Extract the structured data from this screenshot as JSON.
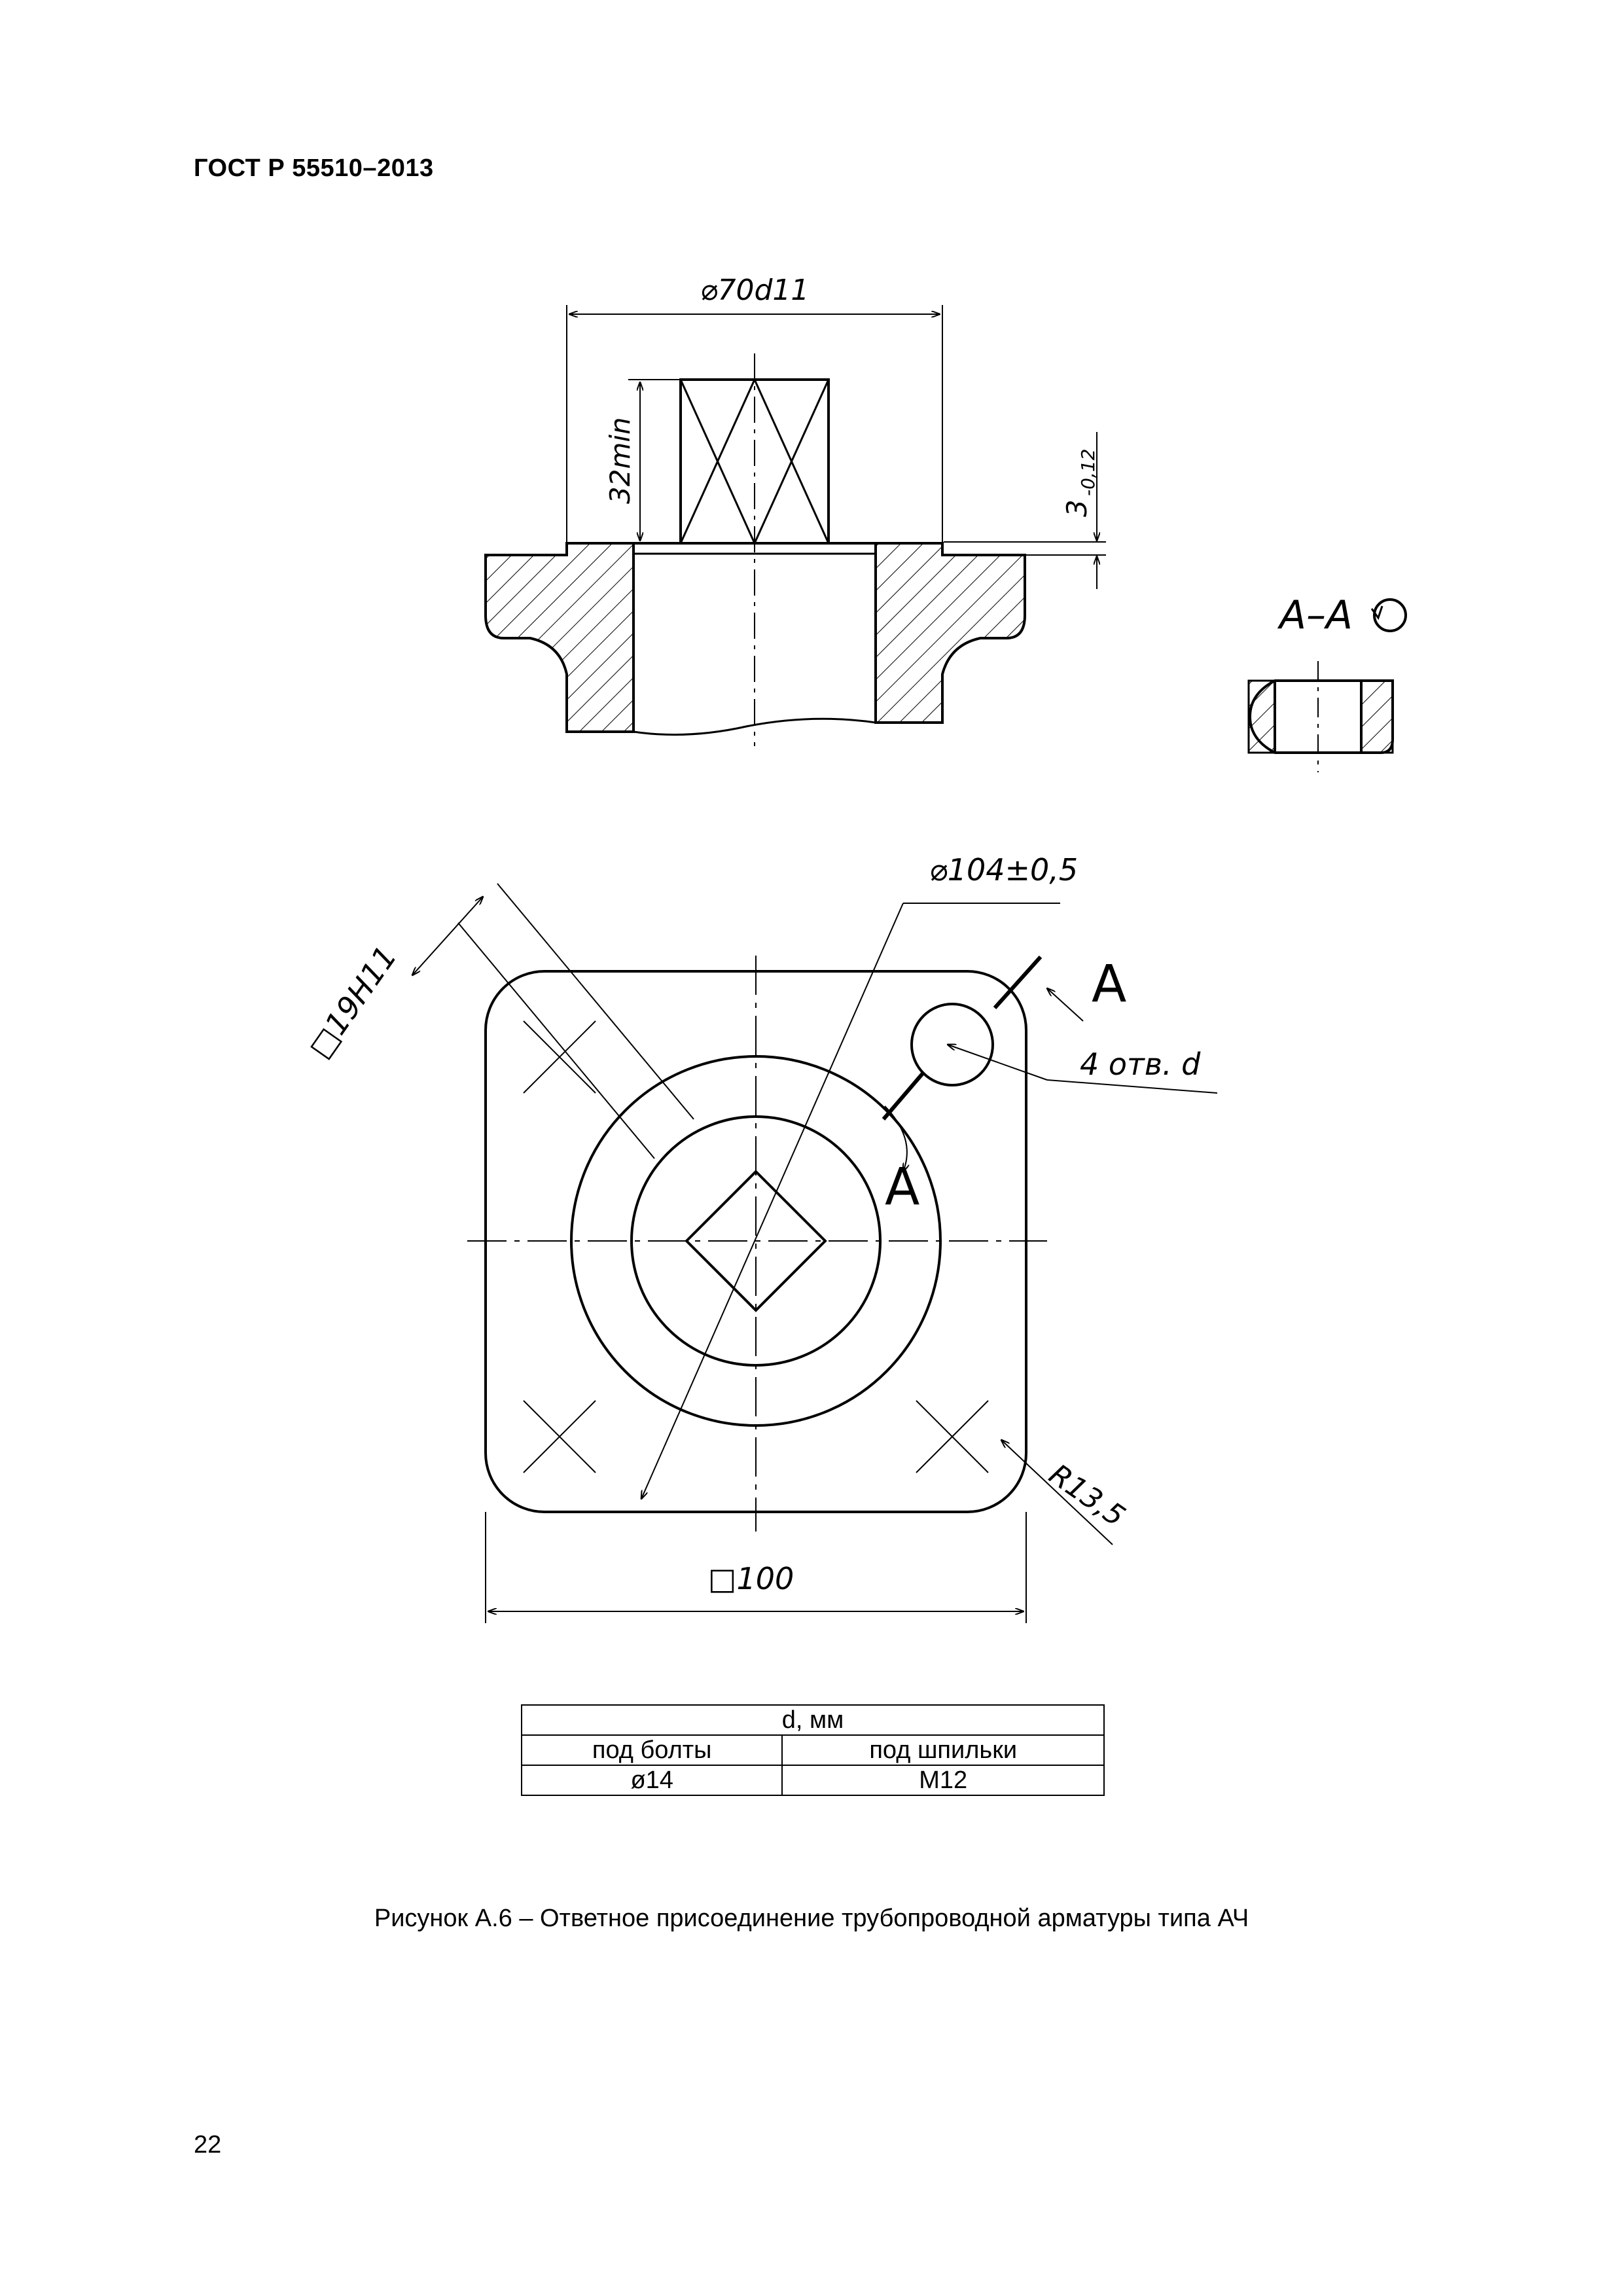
{
  "header": {
    "doc_id": "ГОСТ Р 55510–2013"
  },
  "drawing": {
    "dim_diameter_top": "⌀70d11",
    "dim_height": "32min",
    "dim_step_main": "3",
    "dim_step_tol": "-0,12",
    "section_label": "А–А",
    "section_rotation_icon": "rotate-icon",
    "dim_bolt_circle": "⌀104±0,5",
    "cut_label_top": "А",
    "cut_label_bottom": "А",
    "holes_note": "4 отв. d",
    "dim_square_hole": "□19Н11",
    "dim_radius": "R13,5",
    "dim_square_flange": "□100"
  },
  "table": {
    "header": "d, мм",
    "columns": [
      "под болты",
      "под шпильки"
    ],
    "values": [
      "ø14",
      "М12"
    ]
  },
  "caption": "Рисунок А.6 – Ответное присоединение трубопроводной арматуры типа АЧ",
  "page_number": "22"
}
